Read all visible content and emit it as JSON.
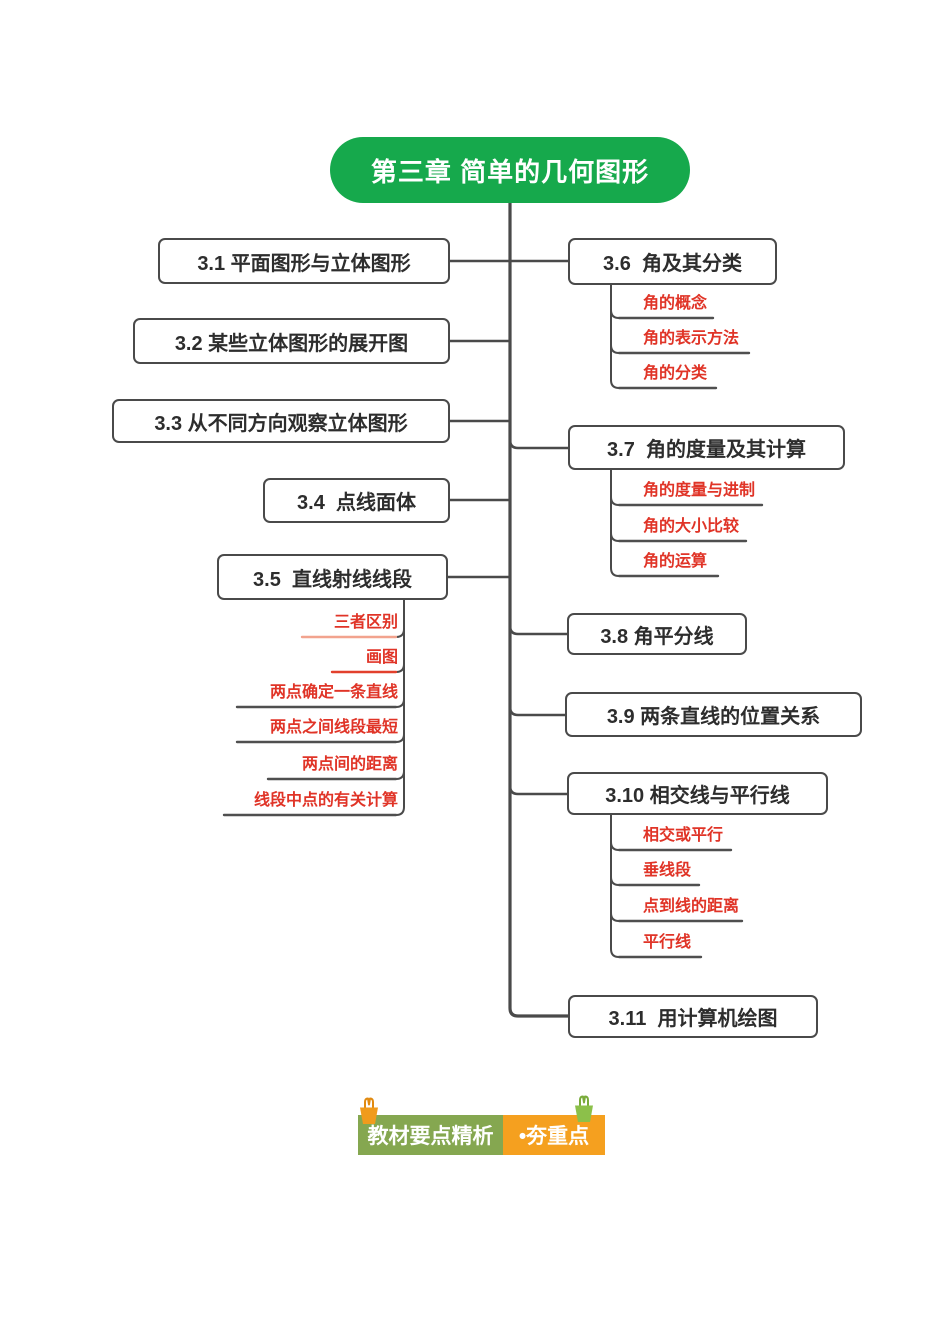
{
  "root": {
    "label": "第三章 简单的几何图形",
    "bg": "#16a94c",
    "text_color": "#ffffff"
  },
  "line_color": "#4a4a4a",
  "sub_text_color": "#e03427",
  "left_branches": [
    {
      "label": "3.1 平面图形与立体图形"
    },
    {
      "label": "3.2 某些立体图形的展开图"
    },
    {
      "label": "3.3 从不同方向观察立体图形"
    },
    {
      "label": "3.4  点线面体"
    },
    {
      "label": "3.5  直线射线线段",
      "children": [
        {
          "label": "三者区别",
          "underline_color": "#f2a38e"
        },
        {
          "label": "画图",
          "underline_color": "#e2402c"
        },
        {
          "label": "两点确定一条直线",
          "underline_color": "#4f4f4f"
        },
        {
          "label": "两点之间线段最短",
          "underline_color": "#4f4f4f"
        },
        {
          "label": "两点间的距离",
          "underline_color": "#4f4f4f"
        },
        {
          "label": "线段中点的有关计算",
          "underline_color": "#4f4f4f"
        }
      ]
    }
  ],
  "right_branches": [
    {
      "label": "3.6  角及其分类",
      "children": [
        {
          "label": "角的概念",
          "underline_color": "#4f4f4f"
        },
        {
          "label": "角的表示方法",
          "underline_color": "#4f4f4f"
        },
        {
          "label": "角的分类",
          "underline_color": "#4f4f4f"
        }
      ]
    },
    {
      "label": "3.7  角的度量及其计算",
      "children": [
        {
          "label": "角的度量与进制",
          "underline_color": "#4f4f4f"
        },
        {
          "label": "角的大小比较",
          "underline_color": "#4f4f4f"
        },
        {
          "label": "角的运算",
          "underline_color": "#4f4f4f"
        }
      ]
    },
    {
      "label": "3.8 角平分线"
    },
    {
      "label": "3.9 两条直线的位置关系"
    },
    {
      "label": "3.10 相交线与平行线",
      "children": [
        {
          "label": "相交或平行",
          "underline_color": "#4f4f4f"
        },
        {
          "label": "垂线段",
          "underline_color": "#4f4f4f"
        },
        {
          "label": "点到线的距离",
          "underline_color": "#4f4f4f"
        },
        {
          "label": "平行线",
          "underline_color": "#4f4f4f"
        }
      ]
    },
    {
      "label": "3.11  用计算机绘图"
    }
  ],
  "footer": {
    "left_label": "教材要点精析",
    "right_label": "•夯重点",
    "left_bg": "#85a750",
    "right_bg": "#f5a01f",
    "left_clip_color": "#f09b1c",
    "left_clip_wire": "#e18a10",
    "right_clip_color": "#8cc04a",
    "right_clip_wire": "#79ab3a"
  }
}
